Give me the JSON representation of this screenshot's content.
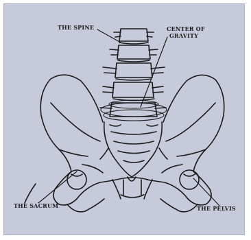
{
  "labels": {
    "spine": "THE SPINE",
    "center_line1": "CENTER OF",
    "center_line2": "GRAVITY",
    "sacrum": "THE SACRUM",
    "pelvis": "THE PELVIS"
  },
  "colors": {
    "background": "#c6cadb",
    "ink": "#1a1a1a"
  }
}
